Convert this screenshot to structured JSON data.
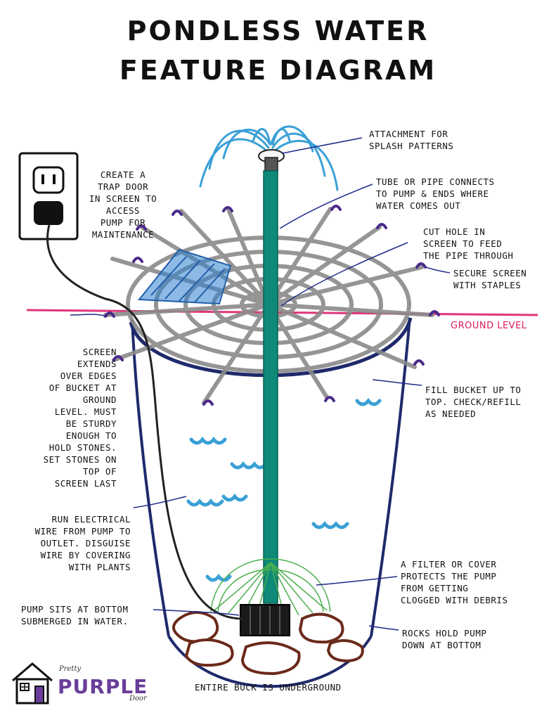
{
  "title": {
    "line1": "PONDLESS WATER",
    "line2": "FEATURE DIAGRAM"
  },
  "labels": {
    "attachment": "ATTACHMENT FOR\nSPLASH PATTERNS",
    "tube": "TUBE OR PIPE CONNECTS\nTO PUMP & ENDS WHERE\nWATER COMES OUT",
    "trap_door": "CREATE A\nTRAP DOOR\nIN SCREEN TO\nACCESS\nPUMP FOR\nMAINTENANCE",
    "cut_hole": "CUT HOLE IN\nSCREEN TO FEED\nTHE PIPE THROUGH",
    "staples": "SECURE SCREEN\nWITH STAPLES",
    "ground_level": "GROUND LEVEL",
    "screen_extends": "SCREEN\nEXTENDS\nOVER EDGES\nOF BUCKET AT\nGROUND\nLEVEL. MUST\nBE STURDY\nENOUGH TO\nHOLD STONES.\nSET STONES ON\nTOP OF\nSCREEN LAST",
    "fill_bucket": "FILL BUCKET UP TO\nTOP. CHECK/REFILL\nAS NEEDED",
    "electrical": "RUN ELECTRICAL\nWIRE FROM PUMP TO\nOUTLET. DISGUISE\nWIRE BY COVERING\nWITH PLANTS",
    "filter": "A FILTER OR COVER\nPROTECTS THE PUMP\nFROM GETTING\nCLOGGED WITH DEBRIS",
    "pump": "PUMP SITS AT BOTTOM\nSUBMERGED IN WATER.",
    "rocks": "ROCKS HOLD PUMP\nDOWN AT BOTTOM",
    "underground": "ENTIRE BUCK IS UNDERGROUND"
  },
  "logo": {
    "small_left": "Pretty",
    "small_right": "Door",
    "big": "PURPLE"
  },
  "colors": {
    "bucket": "#1f2a6b",
    "pipe": "#0f8a78",
    "water": "#3aa0d6",
    "screen": "#8a8a8a",
    "staple": "#4b2a8a",
    "ground_line": "#e0357a",
    "rocks": "#6b2a1a",
    "filter": "#4caf50",
    "trap_door": "#2f7fd0",
    "wire": "#222222"
  }
}
